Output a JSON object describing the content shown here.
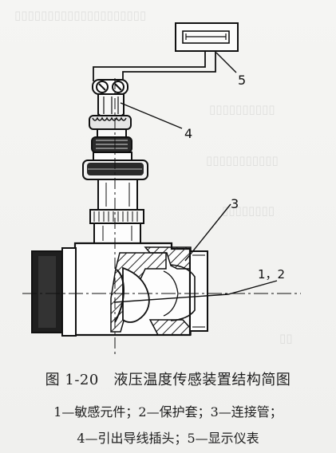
{
  "figure": {
    "caption_title": "图 1-20　液压温度传感装置结构简图",
    "caption_lines": [
      "1—敏感元件；2—保护套；3—连接管；",
      "4—引出导线插头；5—显示仪表"
    ]
  },
  "callouts": {
    "label_5": "5",
    "label_4": "4",
    "label_3": "3",
    "label_1_2": "1，2"
  }
}
